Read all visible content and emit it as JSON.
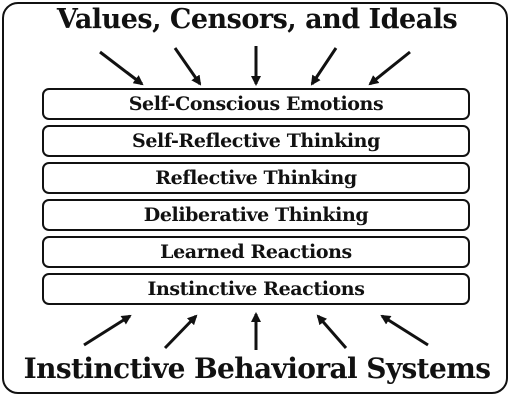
{
  "diagram": {
    "top_label": "Values, Censors, and Ideals",
    "bottom_label": "Instinctive Behavioral Systems",
    "layers": [
      {
        "label": "Self-Conscious Emotions"
      },
      {
        "label": "Self-Reflective Thinking"
      },
      {
        "label": "Reflective Thinking"
      },
      {
        "label": "Deliberative Thinking"
      },
      {
        "label": "Learned Reactions"
      },
      {
        "label": "Instinctive Reactions"
      }
    ],
    "stroke_color": "#111111"
  }
}
